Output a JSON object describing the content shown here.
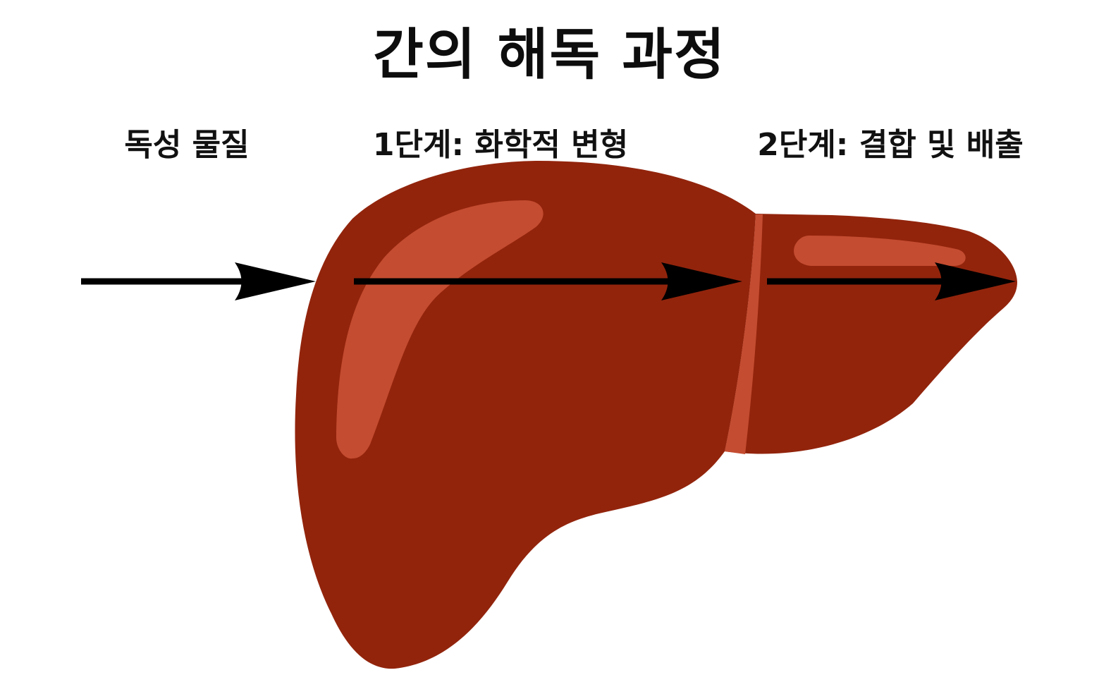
{
  "title": "간의 해독 과정",
  "labels": {
    "toxin": "독성 물질",
    "step1": "1단계: 화학적 변형",
    "step2": "2단계: 결합 및 배출"
  },
  "colors": {
    "liver_body": "#92240c",
    "liver_highlight": "#c44c30",
    "arrow": "#000000",
    "text": "#111111",
    "background": "#ffffff"
  }
}
